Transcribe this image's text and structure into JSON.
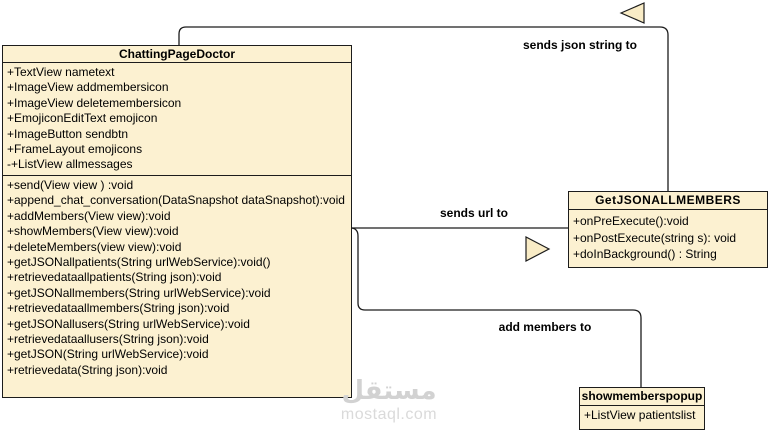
{
  "diagram": {
    "classes": [
      {
        "title": "ChattingPageDoctor",
        "attributes": [
          "+TextView nametext",
          "+ImageView addmembersicon",
          "+ImageView deletemembersicon",
          "+EmojiconEditText emojicon",
          "+ImageButton sendbtn",
          "+FrameLayout emojicons",
          "-+ListView allmessages"
        ],
        "methods": [
          "+send(View view ) :void",
          "+append_chat_conversation(DataSnapshot dataSnapshot):void",
          "+addMembers(View view):void",
          "+showMembers(View view):void",
          "+deleteMembers(view view):void",
          "+getJSONallpatients(String urlWebService):void()",
          "+retrievedataallpatients(String json):void",
          "+getJSONallmembers(String urlWebService):void",
          "+retrievedataallmembers(String json):void",
          "+getJSONallusers(String urlWebService):void",
          "+retrievedataallusers(String json):void",
          "+getJSON(String urlWebService):void",
          "+retrievedata(String json):void"
        ]
      },
      {
        "title": "GetJSONALLMEMBERS",
        "attributes": [],
        "methods": [
          "+onPreExecute():void",
          "+onPostExecute(string s): void",
          "+doInBackground() : String"
        ]
      },
      {
        "title": "showmemberspopup",
        "attributes": [
          "+ListView patientslist"
        ],
        "methods": []
      }
    ],
    "edges": [
      {
        "from": "GetJSONALLMEMBERS",
        "to": "ChattingPageDoctor",
        "label": "sends json string to",
        "arrow_direction": "left"
      },
      {
        "from": "ChattingPageDoctor",
        "to": "GetJSONALLMEMBERS",
        "label": "sends url to",
        "arrow_direction": "right"
      },
      {
        "from": "ChattingPageDoctor",
        "to": "showmemberspopup",
        "label": "add members to",
        "arrow_direction": "none"
      }
    ],
    "colors": {
      "class_fill": "#fcf1d1",
      "arrow_fill": "#f9ecc6",
      "line": "#1c1c1c",
      "watermark": "#d2d2d2"
    }
  },
  "watermark": {
    "logo": "مستقل",
    "domain": "mostaql.com"
  }
}
